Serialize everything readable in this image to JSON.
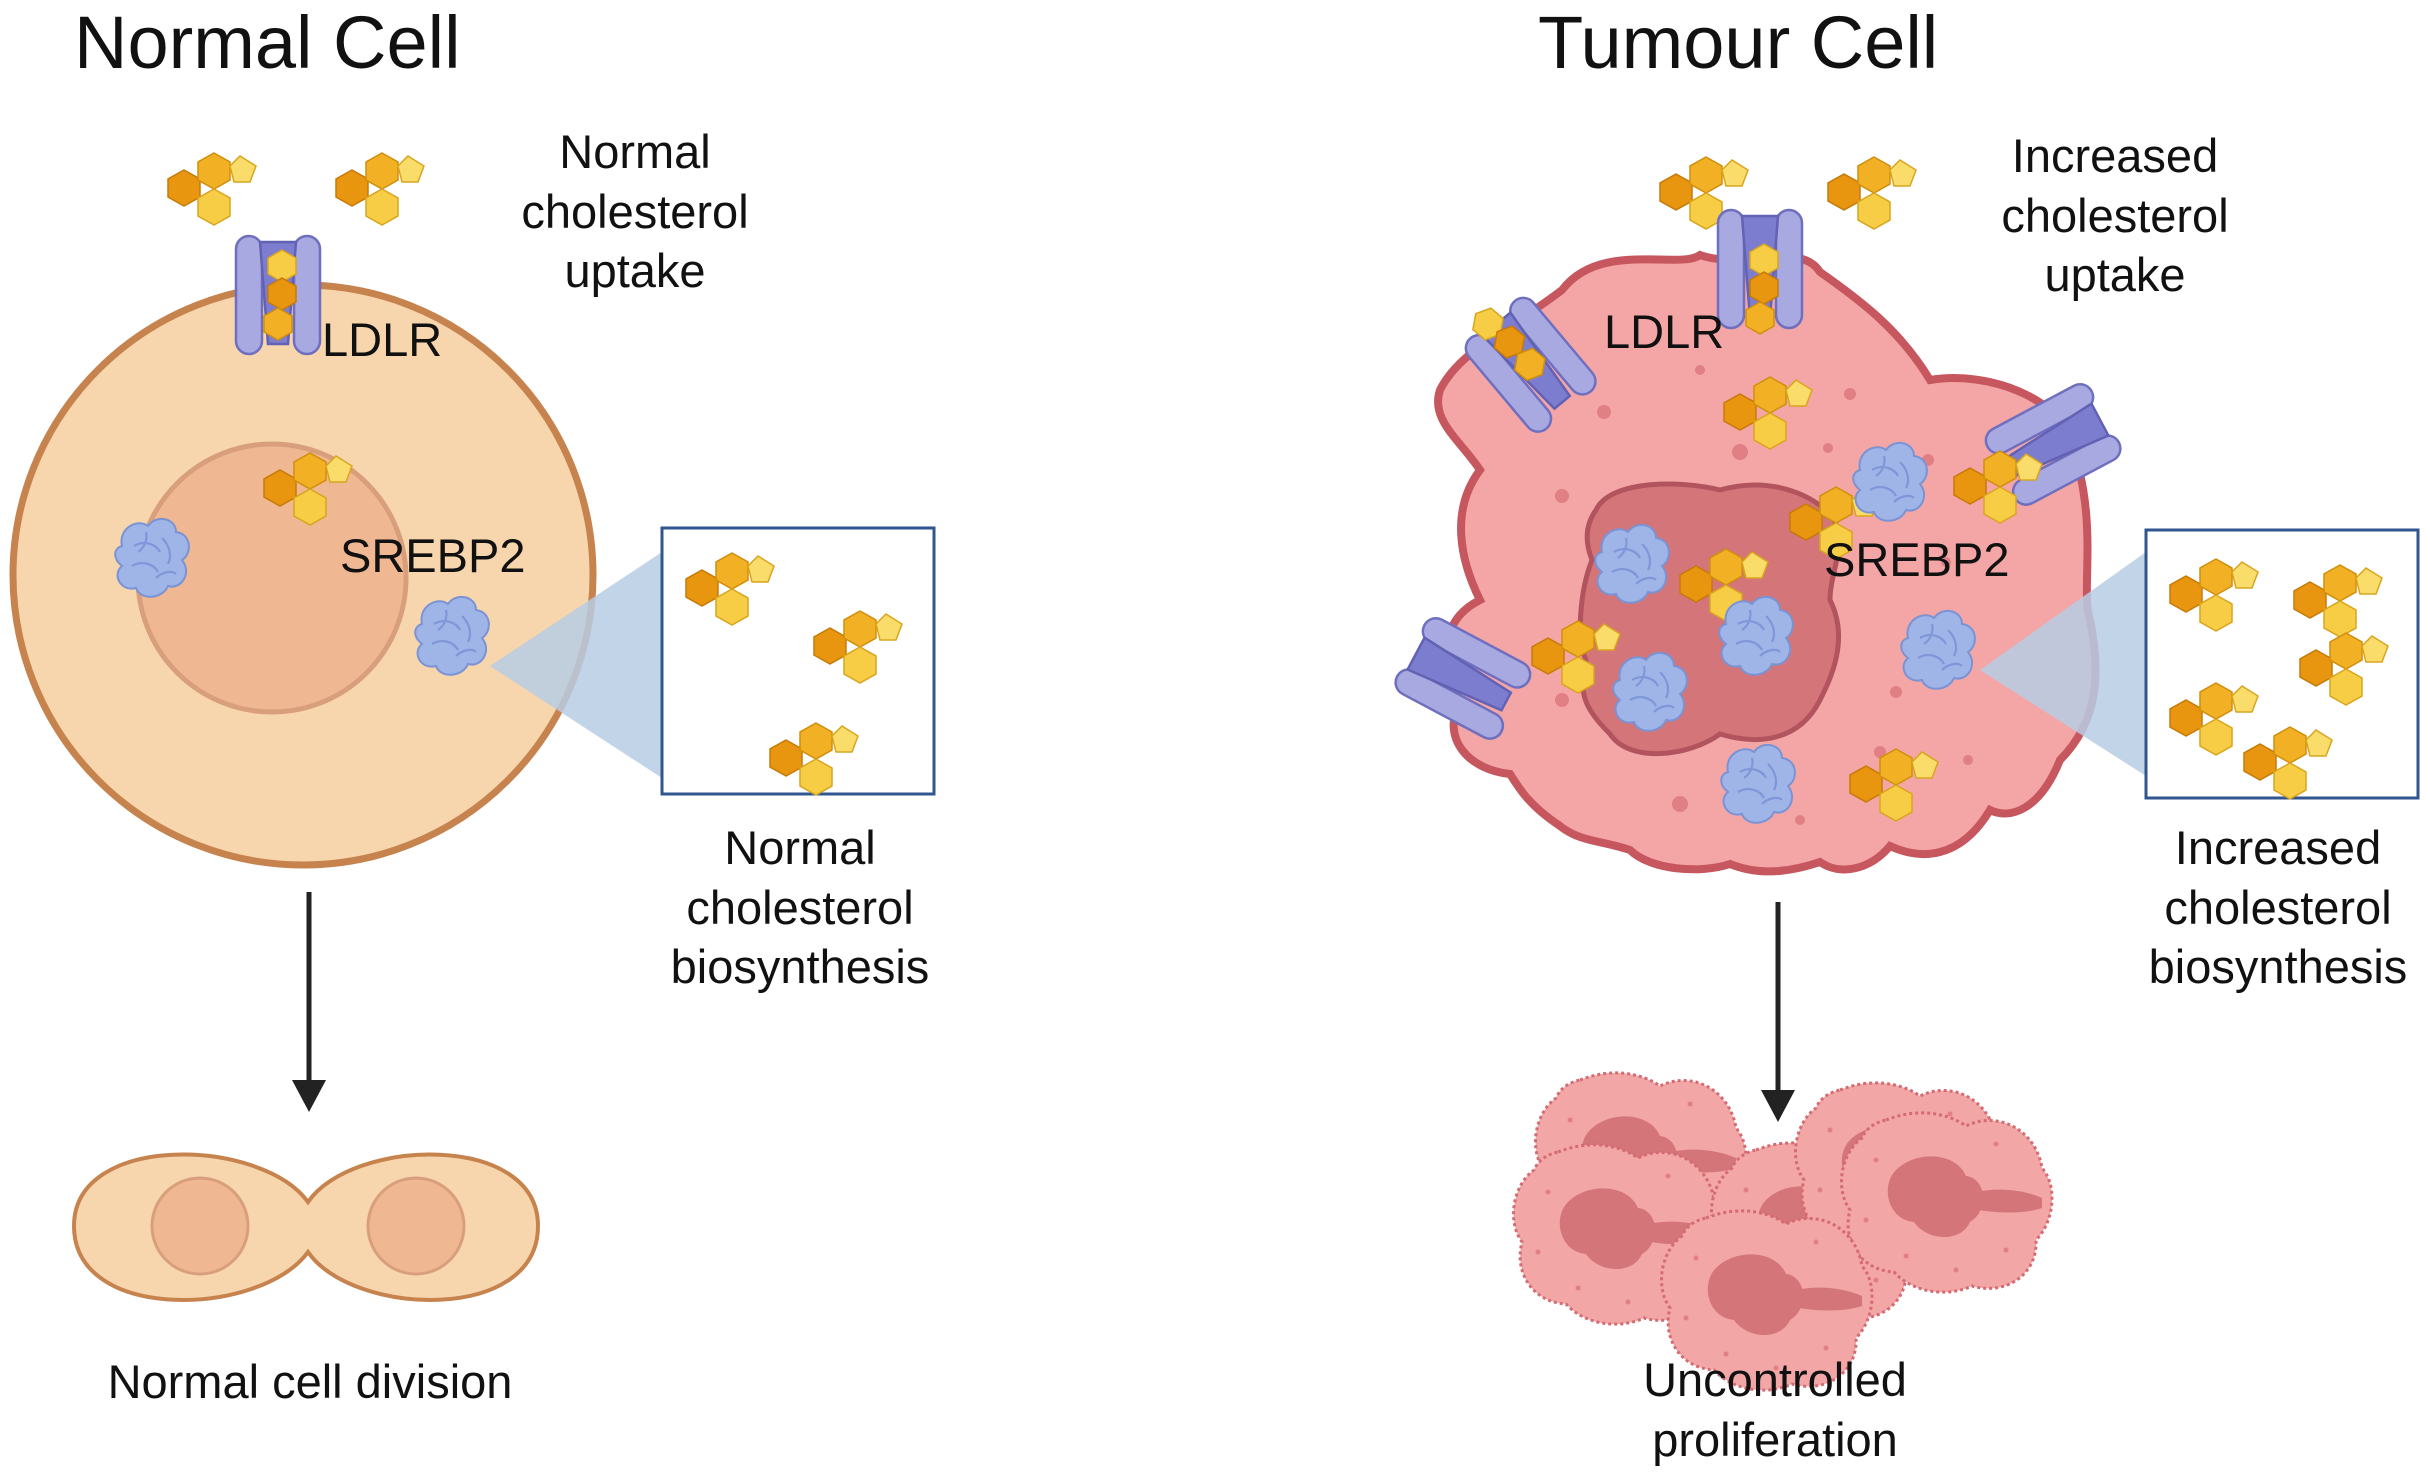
{
  "normal": {
    "title": "Normal Cell",
    "uptake_label": [
      "Normal",
      "cholesterol",
      "uptake"
    ],
    "receptor_label": "LDLR",
    "factor_label": "SREBP2",
    "biosynthesis_label": [
      "Normal",
      "cholesterol",
      "biosynthesis"
    ],
    "outcome_label": "Normal cell division"
  },
  "tumour": {
    "title": "Tumour Cell",
    "uptake_label": [
      "Increased",
      "cholesterol",
      "uptake"
    ],
    "receptor_label": "LDLR",
    "factor_label": "SREBP2",
    "biosynthesis_label": [
      "Increased",
      "cholesterol",
      "biosynthesis"
    ],
    "outcome_label": [
      "Uncontrolled",
      "proliferation"
    ]
  },
  "colors": {
    "normal_cell_fill": "#f7d6ae",
    "normal_cell_border": "#c7834e",
    "normal_nucleus": "#efb892",
    "tumour_cell_fill": "#f4a6a6",
    "tumour_cell_border": "#c7575f",
    "tumour_nucleus": "#d4757a",
    "receptor": "#9f9fdc",
    "cholesterol_dark": "#e8960f",
    "cholesterol_light": "#f7cd45",
    "srebp2": "#9fb5e8",
    "arrow": "#222222"
  }
}
